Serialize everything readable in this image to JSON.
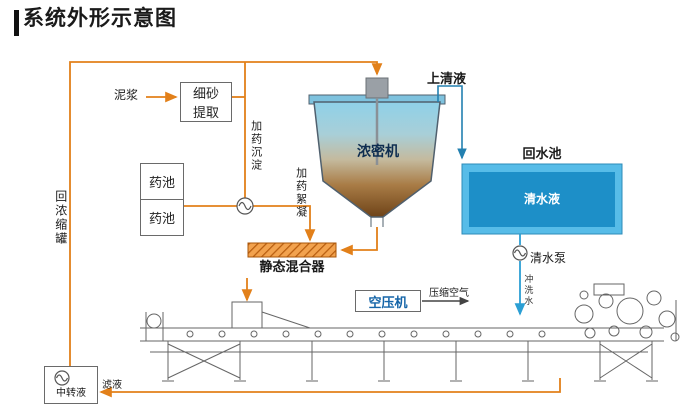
{
  "title": "系统外形示意图",
  "colors": {
    "orange": "#E2801A",
    "blue": "#2C9FD4",
    "supern": "#2380B0",
    "machine": "#666666",
    "pool_wall": "#57BCE8",
    "pool_water": "#1D8FC8",
    "thickener_top": "#8FD0E8",
    "thickener_bottom": "#6E4318",
    "air_text": "#1565A8"
  },
  "labels": {
    "mud": "泥浆",
    "sand_extraction": "细砂提取",
    "chem_tank_1": "药池",
    "chem_tank_2": "药池",
    "dosing_sediment": "加药沉淀",
    "dosing_floc": "加药絮凝",
    "thickener": "浓密机",
    "supernatant": "上清液",
    "return_pool": "回水池",
    "clear_water": "清水液",
    "clear_pump": "清水泵",
    "flush_water": "冲洗水",
    "air_compressor": "空压机",
    "compressed_air": "压缩空气",
    "static_mixer": "静态混合器",
    "return_concentrate": "回浓缩罐",
    "transfer_tank": "中转液",
    "filtrate": "滤液"
  }
}
